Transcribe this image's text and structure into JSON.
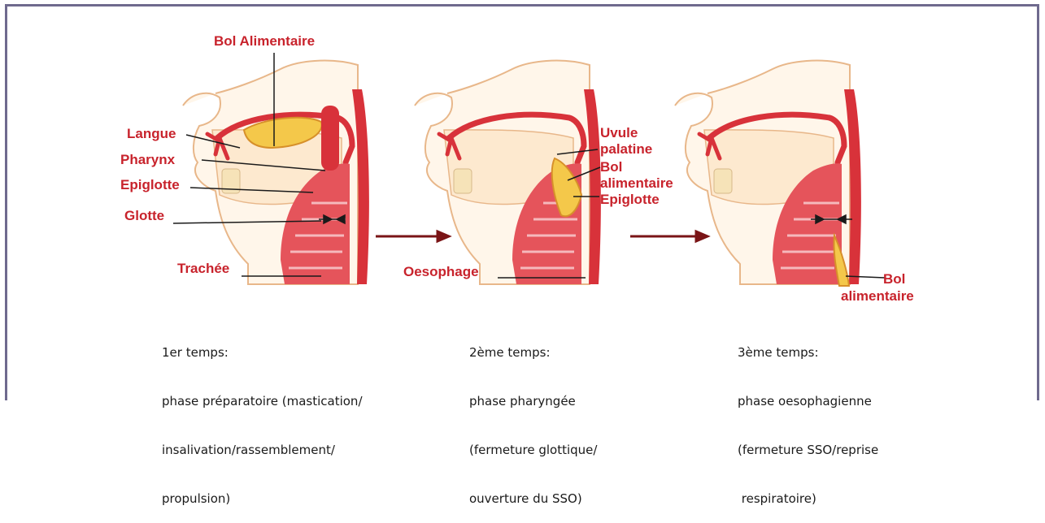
{
  "labels": {
    "bol_alimentaire_top": "Bol Alimentaire",
    "langue": "Langue",
    "pharynx": "Pharynx",
    "epiglotte_1": "Epiglotte",
    "glotte": "Glotte",
    "trachee": "Trachée",
    "oesophage": "Oesophage",
    "uvule_1": "Uvule",
    "uvule_2": "palatine",
    "bol_mid_1": "Bol",
    "bol_mid_2": "alimentaire",
    "epiglotte_2": "Epiglotte",
    "bol_right_1": "Bol",
    "bol_right_2": "alimentaire"
  },
  "captions": {
    "stage1": [
      "1er temps:",
      "phase préparatoire (mastication/",
      "insalivation/rassemblement/",
      "propulsion)"
    ],
    "stage2": [
      "2ème temps:",
      "phase pharyngée",
      "(fermeture glottique/",
      "ouverture du SSO)"
    ],
    "stage3": [
      "3ème temps:",
      "phase oesophagienne",
      "(fermeture SSO/reprise",
      " respiratoire)"
    ]
  },
  "colors": {
    "label_red": "#c8232c",
    "tissue_red": "#d8323a",
    "bolus_yellow": "#f4c84a",
    "skin_line": "#e8b78a",
    "frame": "#6f6a8e"
  }
}
